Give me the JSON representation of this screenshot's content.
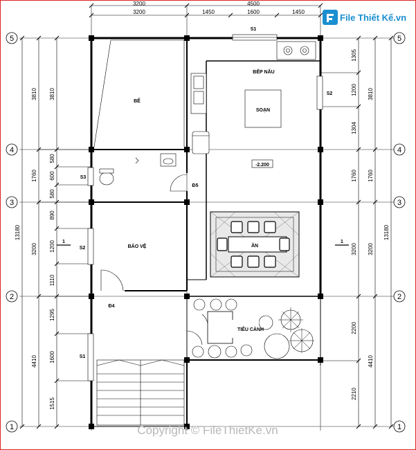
{
  "top_dims": {
    "overall_left": "3200",
    "overall_right": "4500",
    "seg1": "3200",
    "seg2": "1450",
    "seg3": "1600",
    "seg4": "1450"
  },
  "left_dims": {
    "overall": "13180",
    "outer": [
      "3810",
      "1760",
      "3200",
      "4410"
    ],
    "inner": [
      "3810",
      "580",
      "600",
      "580",
      "890",
      "1200",
      "1110",
      "1295",
      "1600",
      "1515"
    ]
  },
  "right_dims": {
    "overall": "13180",
    "outer": [
      "3810",
      "1760",
      "3200",
      "4410"
    ],
    "inner": [
      "1305",
      "1200",
      "1304",
      "1760",
      "3200",
      "2200",
      "2210"
    ]
  },
  "grid_axes": [
    "5",
    "4",
    "3",
    "2",
    "1"
  ],
  "rooms": {
    "be": "BỂ",
    "bep_nau": "BẾP NẤU",
    "soan": "SOẠN",
    "level": "-2.200",
    "an": "ĂN",
    "bao_ve": "BẢO VỆ",
    "tieu_canh": "TIỂU CẢNH"
  },
  "openings": {
    "s1_top": "S1",
    "s2_right": "S2",
    "s3_left": "S3",
    "s2_left": "S2",
    "s1_left": "S1",
    "d5": "Đ5",
    "d4": "Đ4"
  },
  "section_marks": [
    "1",
    "1"
  ],
  "brand": {
    "name": "File Thiết Kế.vn"
  },
  "watermark": {
    "text": "Copyright © FileThietKe.vn"
  }
}
